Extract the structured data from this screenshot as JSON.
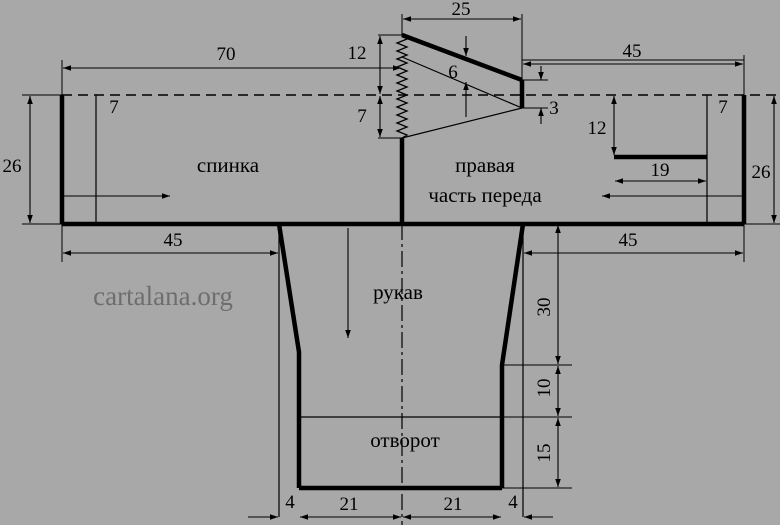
{
  "colors": {
    "background": "#a8a8a8",
    "line": "#000000",
    "watermark": "#6e6e6e"
  },
  "labels": {
    "back": "спинка",
    "front_line1": "правая",
    "front_line2": "часть переда",
    "sleeve": "рукав",
    "cuff": "отворот",
    "watermark": "cartalana.org"
  },
  "dims": {
    "top_25": "25",
    "d70": "70",
    "d45_top": "45",
    "d12_left": "12",
    "d6": "6",
    "d7_mid": "7",
    "d3": "3",
    "d7_back": "7",
    "d7_front": "7",
    "d12_pocket": "12",
    "d19": "19",
    "d26_left": "26",
    "d26_right": "26",
    "d45_bl": "45",
    "d45_br": "45",
    "d30": "30",
    "d10": "10",
    "d15": "15",
    "d4_left": "4",
    "d21_left": "21",
    "d21_right": "21",
    "d4_right": "4"
  }
}
